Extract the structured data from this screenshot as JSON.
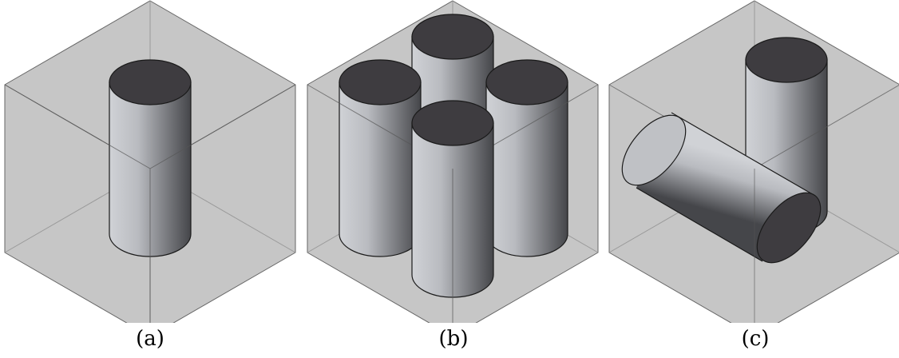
{
  "captions": {
    "a": "(a)",
    "b": "(b)",
    "c": "(c)"
  },
  "colors": {
    "cube_fill": "#c6c6c6",
    "cube_edge": "#555555",
    "cylinder_top": "#3e3c40",
    "cylinder_light": "#c3c5ca",
    "cylinder_dark": "#46474b",
    "outline": "#1a1a1a"
  },
  "panels": [
    {
      "id": "a",
      "cylinders": 1
    },
    {
      "id": "b",
      "cylinders": 4
    },
    {
      "id": "c",
      "cylinders": 2
    }
  ]
}
